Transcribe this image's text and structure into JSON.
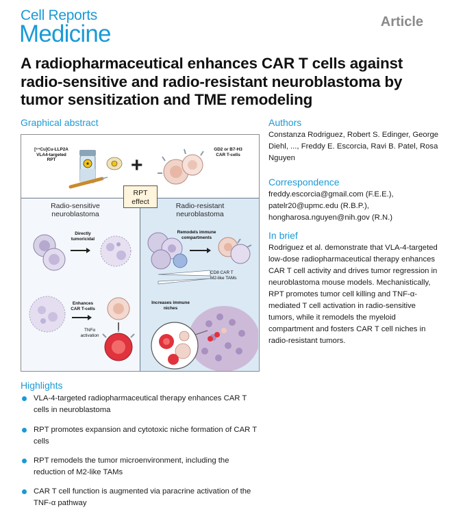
{
  "journal": {
    "line1": "Cell Reports",
    "line2": "Medicine"
  },
  "article_type": "Article",
  "title": "A radiopharmaceutical enhances CAR T cells against radio-sensitive and radio-resistant neuroblastoma by tumor sensitization and TME remodeling",
  "graphical_abstract": {
    "heading": "Graphical abstract",
    "drug_label_1": "[⁶⁴Cu]Cu-LLP2A",
    "drug_label_2": "VLA4-targeted",
    "drug_label_3": "RPT",
    "car_label_1": "GD2 or B7-H3",
    "car_label_2": "CAR T-cells",
    "rpt_effect_1": "RPT",
    "rpt_effect_2": "effect",
    "left_region_1": "Radio-sensitive",
    "left_region_2": "neuroblastoma",
    "right_region_1": "Radio-resistant",
    "right_region_2": "neuroblastoma",
    "directly_1": "Directly",
    "directly_2": "tumoricidal",
    "remodels_1": "Remodels immune",
    "remodels_2": "compartments",
    "cd8_label": "CD8 CAR T",
    "m2_label": "M2-like TAMs",
    "enhances_1": "Enhances",
    "enhances_2": "CAR T-cells",
    "tnf_1": "TNFα",
    "tnf_2": "activation",
    "niches_1": "Increases immune",
    "niches_2": "niches"
  },
  "highlights": {
    "heading": "Highlights",
    "items": [
      "VLA-4-targeted radiopharmaceutical therapy enhances CAR T cells in neuroblastoma",
      "RPT promotes expansion and cytotoxic niche formation of CAR T cells",
      "RPT remodels the tumor microenvironment, including the reduction of M2-like TAMs",
      "CAR T cell function is augmented via paracrine activation of the TNF-α pathway"
    ]
  },
  "authors": {
    "heading": "Authors",
    "text": "Constanza Rodriguez, Robert S. Edinger, George Diehl, ..., Freddy E. Escorcia, Ravi B. Patel, Rosa Nguyen"
  },
  "correspondence": {
    "heading": "Correspondence",
    "emails": [
      "freddy.escorcia@gmail.com (F.E.E.),",
      "patelr20@upmc.edu (R.B.P.),",
      "hongharosa.nguyen@nih.gov (R.N.)"
    ]
  },
  "in_brief": {
    "heading": "In brief",
    "text": "Rodriguez et al. demonstrate that VLA-4-targeted low-dose radiopharmaceutical therapy enhances CAR T cell activity and drives tumor regression in neuroblastoma mouse models. Mechanistically, RPT promotes tumor cell killing and TNF-α-mediated T cell activation in radio-sensitive tumors, while it remodels the myeloid compartment and fosters CAR T cell niches in radio-resistant tumors."
  },
  "colors": {
    "accent": "#1a9ad6",
    "article_tag": "#8a8a8a",
    "highlight_bullet": "#1a9ad6"
  }
}
